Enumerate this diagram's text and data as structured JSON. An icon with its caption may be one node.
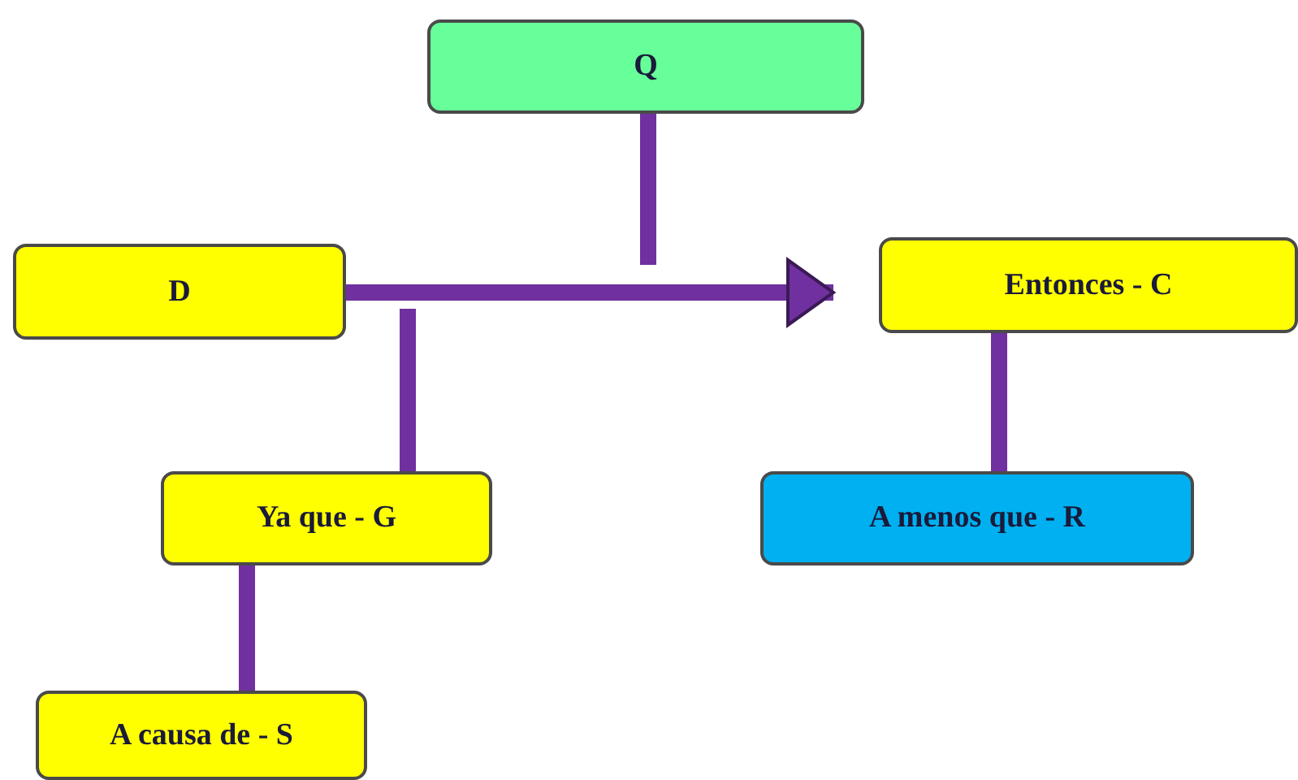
{
  "diagram": {
    "nodes": [
      {
        "text": [
          "Q"
        ]
      },
      {
        "text": [
          "D"
        ]
      },
      {
        "text": [
          "Entonces - C"
        ]
      },
      {
        "text": [
          "Ya que - G"
        ]
      },
      {
        "text": [
          "A menos que - R"
        ]
      },
      {
        "text": [
          "A causa de - S"
        ]
      }
    ],
    "edges": [
      {
        "from": 1,
        "to": 2,
        "arrow": "to"
      },
      {
        "from": 0,
        "to": null,
        "arrow": "none"
      },
      {
        "from": 3,
        "to": null,
        "arrow": "none"
      },
      {
        "from": 2,
        "to": 4,
        "arrow": "none"
      },
      {
        "from": 3,
        "to": 5,
        "arrow": "none"
      }
    ]
  }
}
